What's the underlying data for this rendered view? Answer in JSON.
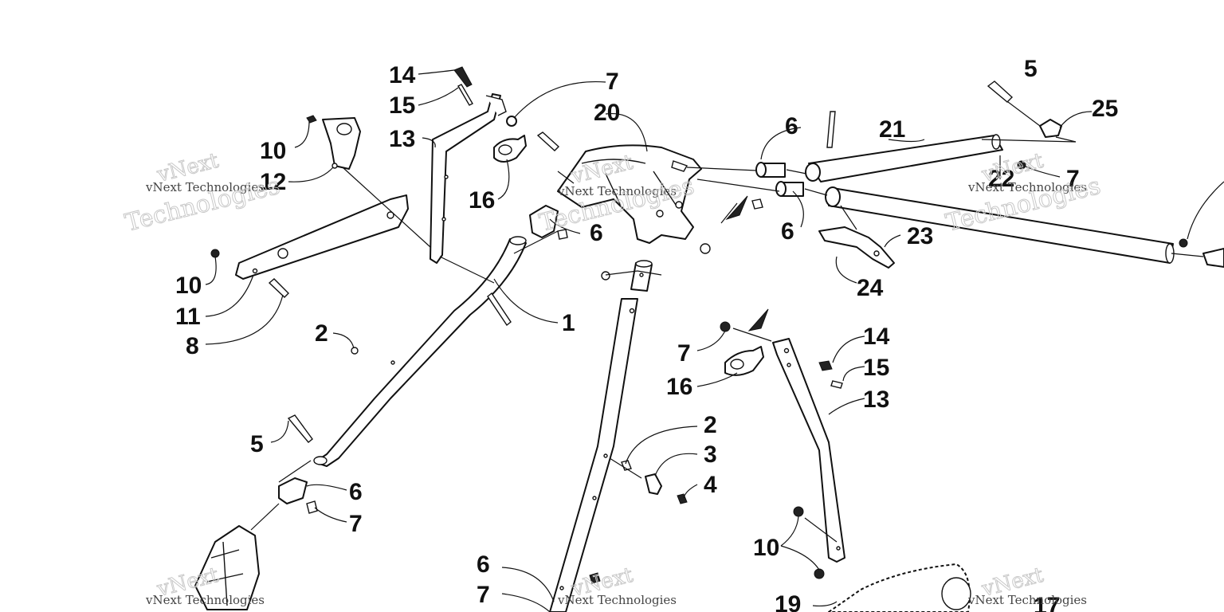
{
  "diagram": {
    "callouts": {
      "c1": "1",
      "c2a": "2",
      "c2b": "2",
      "c3": "3",
      "c4": "4",
      "c5a": "5",
      "c5b": "5",
      "c6a": "6",
      "c6b": "6",
      "c6c": "6",
      "c6d": "6",
      "c6e": "6",
      "c7a": "7",
      "c7b": "7",
      "c7c": "7",
      "c7d": "7",
      "c7e": "7",
      "c8": "8",
      "c10a": "10",
      "c10b": "10",
      "c10c": "10",
      "c11": "11",
      "c12": "12",
      "c13a": "13",
      "c13b": "13",
      "c14a": "14",
      "c14b": "14",
      "c15a": "15",
      "c15b": "15",
      "c16a": "16",
      "c16b": "16",
      "c17": "17",
      "c19": "19",
      "c20": "20",
      "c21": "21",
      "c22": "22",
      "c23": "23",
      "c24": "24",
      "c25": "25"
    },
    "watermarks": {
      "small": "vNext Technologies",
      "line1": "vNext",
      "line2": "Technologies"
    }
  }
}
